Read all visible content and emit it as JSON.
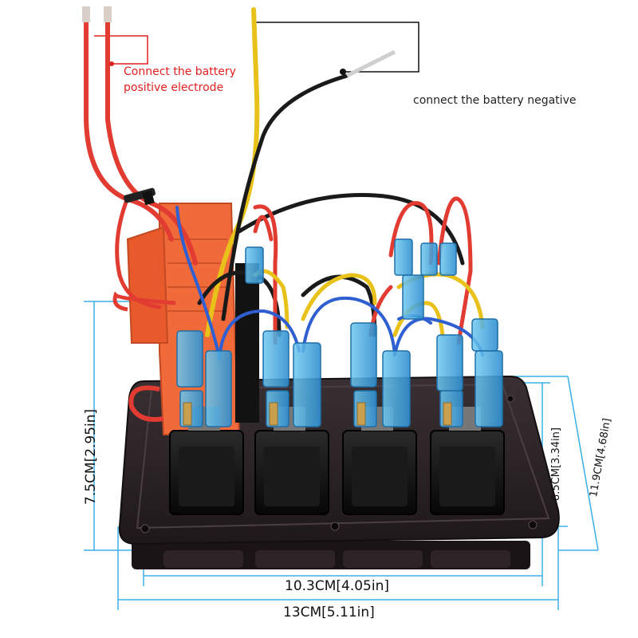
{
  "annotations": {
    "positive_line1": "Connect the battery",
    "positive_line2": "positive electrode",
    "negative": "connect the battery negative"
  },
  "dimensions": {
    "height_panel": "7.5CM[2.95in]",
    "width_inner": "10.3CM[4.05in]",
    "width_total": "13CM[5.11in]",
    "height_inner": "8.5CM[3.34in]",
    "height_total": "11.9CM[4.68in]"
  },
  "panel": {
    "switch_count": 4
  },
  "colors": {
    "panel": "#2a2226",
    "rocker": "#111111",
    "connector_blue": "#3aa8e0",
    "wire_red": "#e23b32",
    "wire_blue": "#2f5fd0",
    "wire_yellow": "#e8c21a",
    "wire_black": "#1a1a1a",
    "fuse_holder": "#f06a3a",
    "dimension_line": "#3ab0e8"
  }
}
